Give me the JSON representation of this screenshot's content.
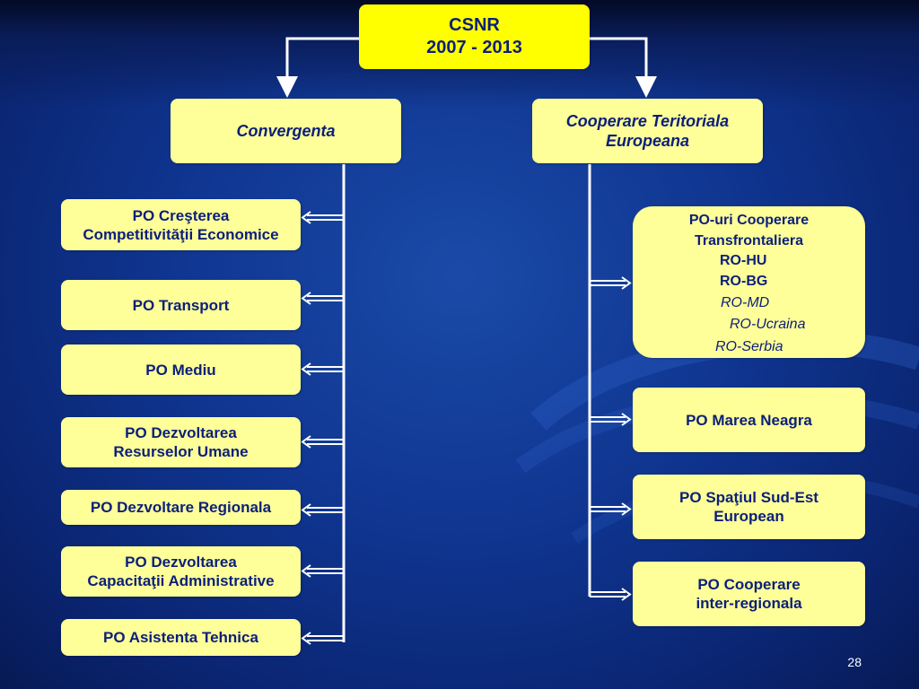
{
  "root": {
    "line1": "CSNR",
    "line2": "2007 - 2013"
  },
  "branches": {
    "convergenta": "Convergenta",
    "cooperare_line1": "Cooperare Teritoriala",
    "cooperare_line2": "Europeana"
  },
  "left_items": [
    {
      "line1": "PO Creşterea",
      "line2": "Competitivităţii Economice"
    },
    {
      "line1": "PO Transport",
      "line2": ""
    },
    {
      "line1": "PO Mediu",
      "line2": ""
    },
    {
      "line1": "PO Dezvoltarea",
      "line2": "Resurselor Umane"
    },
    {
      "line1": "PO Dezvoltare Regionala",
      "line2": ""
    },
    {
      "line1": "PO Dezvoltarea",
      "line2": "Capacitaţii Administrative"
    },
    {
      "line1": "PO Asistenta Tehnica",
      "line2": ""
    }
  ],
  "right_items": {
    "po_uri": {
      "line1": "PO-uri Cooperare",
      "line2": "Transfrontaliera",
      "sub": [
        "RO-HU",
        "RO-BG",
        "RO-MD",
        "RO-Ucraina",
        "RO-Serbia"
      ]
    },
    "marea_neagra": "PO Marea Neagra",
    "spatiul": {
      "line1": "PO Spaţiul Sud-Est",
      "line2": "European"
    },
    "inter": {
      "line1": "PO Cooperare",
      "line2": "inter-regionala"
    }
  },
  "page_number": "28",
  "colors": {
    "box": "#ffff99",
    "root": "#ffff00",
    "text": "#0b1f7a",
    "connector": "#ffffff"
  }
}
